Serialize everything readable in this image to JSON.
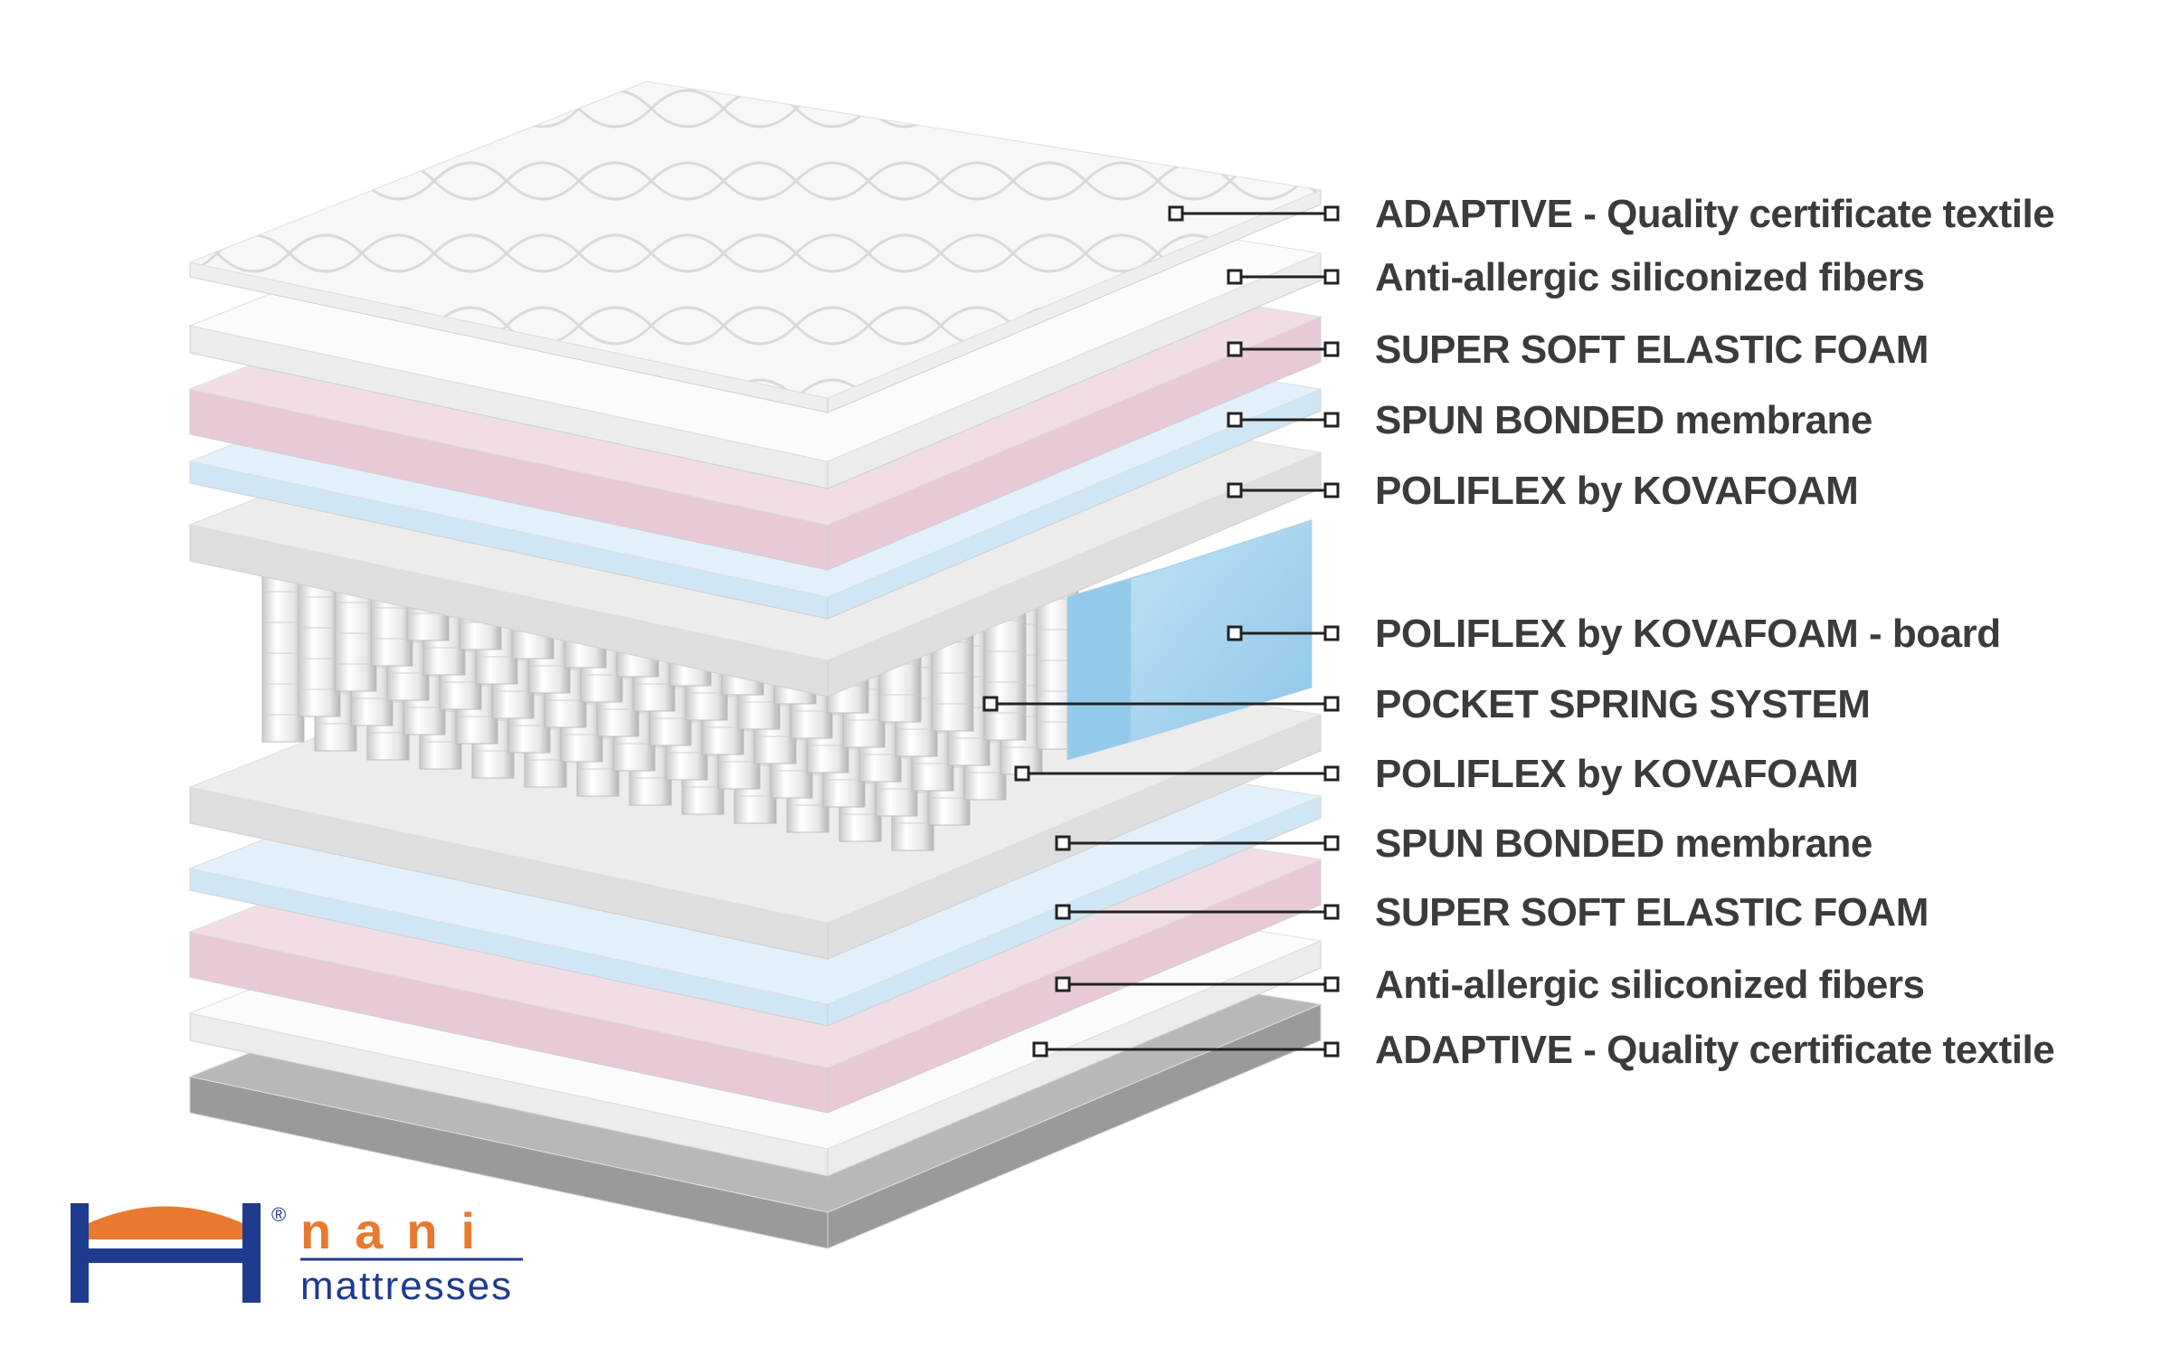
{
  "layers": [
    {
      "label": "ADAPTIVE - Quality certificate textile"
    },
    {
      "label": "Anti-allergic siliconized fibers"
    },
    {
      "label": "SUPER SOFT ELASTIC FOAM"
    },
    {
      "label": "SPUN BONDED membrane"
    },
    {
      "label": "POLIFLEX by KOVAFOAM"
    },
    {
      "label": "POLIFLEX by KOVAFOAM -  board"
    },
    {
      "label": "POCKET SPRING SYSTEM"
    },
    {
      "label": "POLIFLEX by KOVAFOAM"
    },
    {
      "label": "SPUN BONDED membrane"
    },
    {
      "label": "SUPER SOFT ELASTIC FOAM"
    },
    {
      "label": "Anti-allergic siliconized fibers"
    },
    {
      "label": "ADAPTIVE - Quality certificate textile"
    }
  ],
  "logo": {
    "brand": "nani",
    "subtitle": "mattresses",
    "registered": "®",
    "colors": {
      "primary": "#1f3b8f",
      "accent": "#e8792f"
    }
  },
  "colors": {
    "textile": "#f4f4f4",
    "foam_pink": "#f0dde6",
    "membrane_blue": "#e1f0fa",
    "poliflex_gray": "#ececec",
    "board_blue": "#a8d4ee",
    "base_gray": "#9a9a9a",
    "label_text": "#3b3b3b"
  }
}
